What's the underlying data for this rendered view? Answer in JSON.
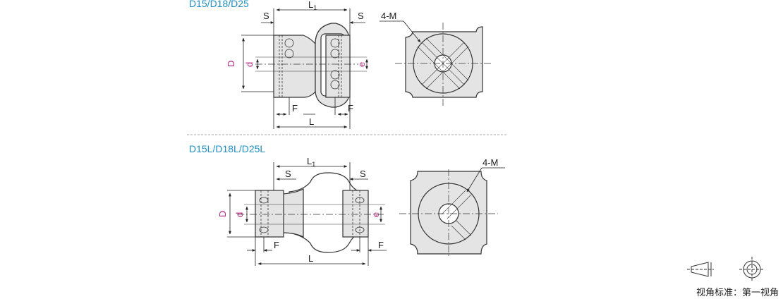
{
  "views": {
    "top": {
      "title": "D15/D18/D25"
    },
    "bottom": {
      "title": "D15L/D18L/D25L"
    }
  },
  "dims": {
    "L1": "L",
    "L1_sub": "1",
    "L": "L",
    "S": "S",
    "F": "F",
    "D": "D",
    "d": "d",
    "e": "e",
    "M": "4-M"
  },
  "projection": {
    "label": "视角标准：第一视角"
  },
  "colors": {
    "title": "#1f8fbf",
    "dim_purple": "#b0277e",
    "body_fill": "#e4e4e4"
  }
}
